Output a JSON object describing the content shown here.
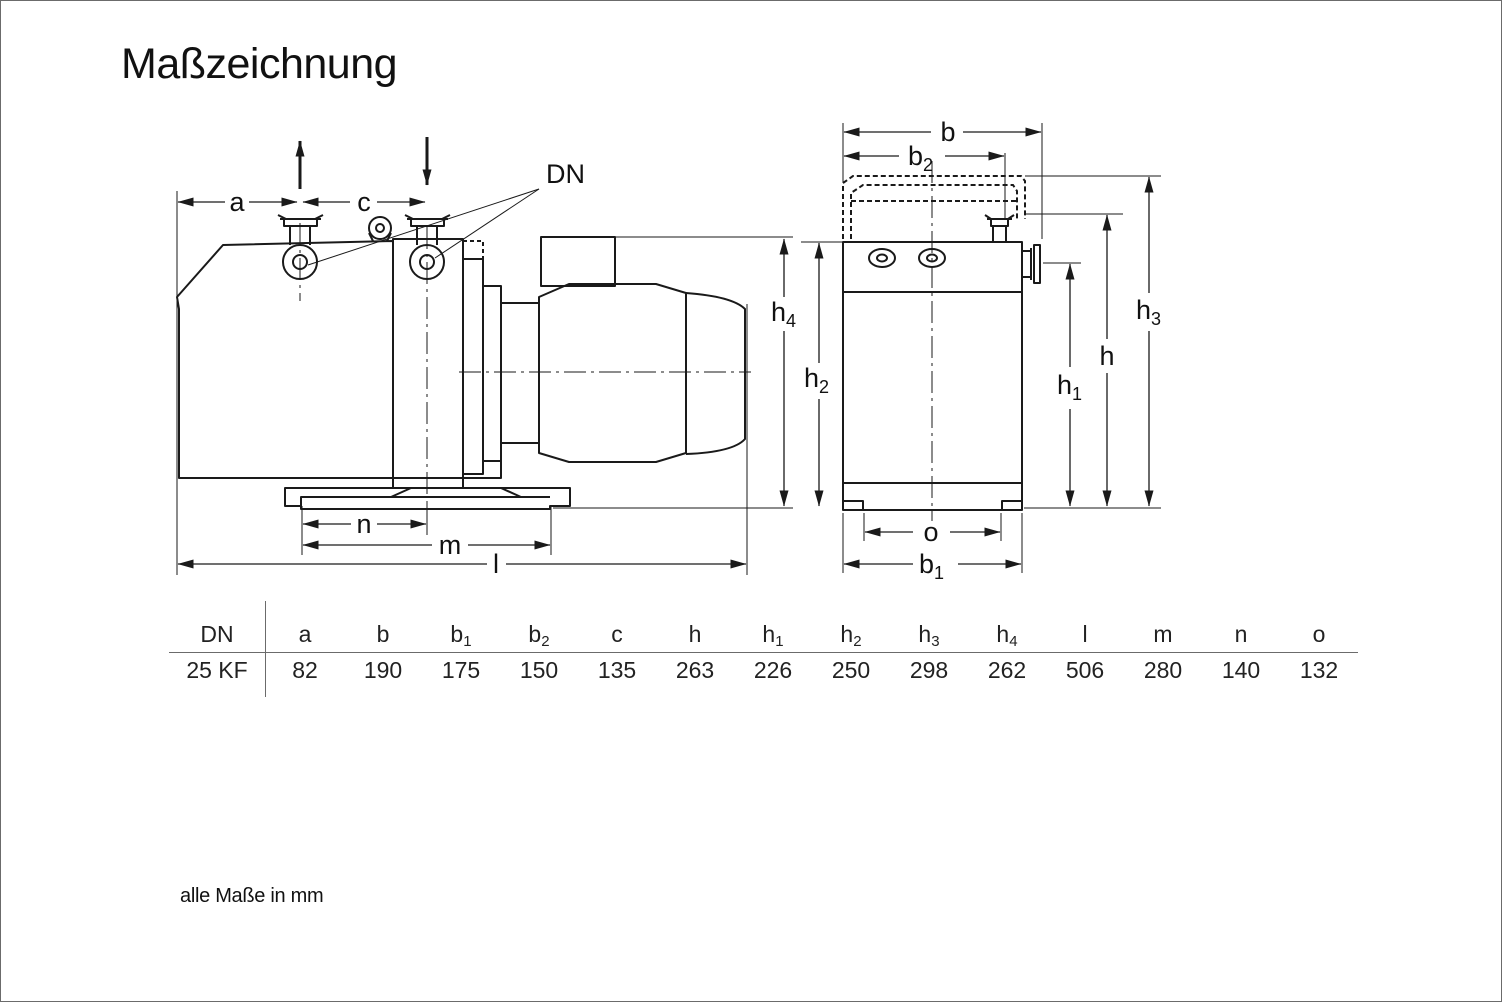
{
  "title": "Maßzeichnung",
  "labels": {
    "a": "a",
    "b": "b",
    "c": "c",
    "h": "h",
    "l": "l",
    "m": "m",
    "n": "n",
    "o": "o",
    "dn": "DN",
    "b1": {
      "base": "b",
      "sub": "1"
    },
    "b2": {
      "base": "b",
      "sub": "2"
    },
    "h1": {
      "base": "h",
      "sub": "1"
    },
    "h2": {
      "base": "h",
      "sub": "2"
    },
    "h3": {
      "base": "h",
      "sub": "3"
    },
    "h4": {
      "base": "h",
      "sub": "4"
    }
  },
  "table": {
    "headers": [
      {
        "base": "DN"
      },
      {
        "base": "a"
      },
      {
        "base": "b"
      },
      {
        "base": "b",
        "sub": "1"
      },
      {
        "base": "b",
        "sub": "2"
      },
      {
        "base": "c"
      },
      {
        "base": "h"
      },
      {
        "base": "h",
        "sub": "1"
      },
      {
        "base": "h",
        "sub": "2"
      },
      {
        "base": "h",
        "sub": "3"
      },
      {
        "base": "h",
        "sub": "4"
      },
      {
        "base": "l"
      },
      {
        "base": "m"
      },
      {
        "base": "n"
      },
      {
        "base": "o"
      }
    ],
    "rows": [
      [
        "25 KF",
        "82",
        "190",
        "175",
        "150",
        "135",
        "263",
        "226",
        "250",
        "298",
        "262",
        "506",
        "280",
        "140",
        "132"
      ]
    ]
  },
  "footnote": "alle Maße in mm",
  "colors": {
    "line": "#1a1a1a",
    "border": "#6b6b6b",
    "background": "#ffffff"
  }
}
